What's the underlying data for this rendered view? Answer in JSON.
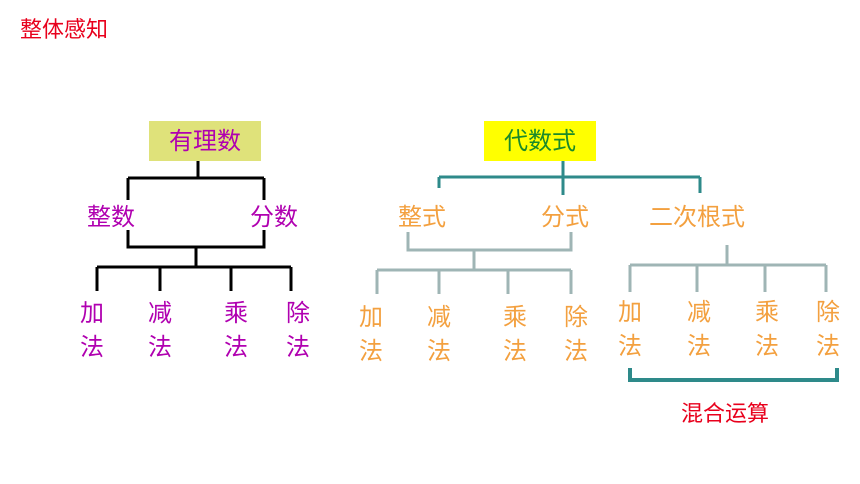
{
  "title": "整体感知",
  "rational": {
    "root": "有理数",
    "children": [
      "整数",
      "分数"
    ],
    "ops": [
      [
        "加",
        "法"
      ],
      [
        "减",
        "法"
      ],
      [
        "乘",
        "法"
      ],
      [
        "除",
        "法"
      ]
    ]
  },
  "algebraic": {
    "root": "代数式",
    "children": [
      "整式",
      "分式",
      "二次根式"
    ],
    "ops_a": [
      [
        "加",
        "法"
      ],
      [
        "减",
        "法"
      ],
      [
        "乘",
        "法"
      ],
      [
        "除",
        "法"
      ]
    ],
    "ops_b": [
      [
        "加",
        "法"
      ],
      [
        "减",
        "法"
      ],
      [
        "乘",
        "法"
      ],
      [
        "除",
        "法"
      ]
    ],
    "mixed": "混合运算"
  },
  "colors": {
    "title": "#e8001c",
    "rational_text": "#b000b0",
    "algebraic_text": "#f3a03f",
    "rational_lines": "#000000",
    "algebraic_top_lines": "#2e8a8a",
    "algebraic_sub_lines": "#9fb5b5"
  }
}
